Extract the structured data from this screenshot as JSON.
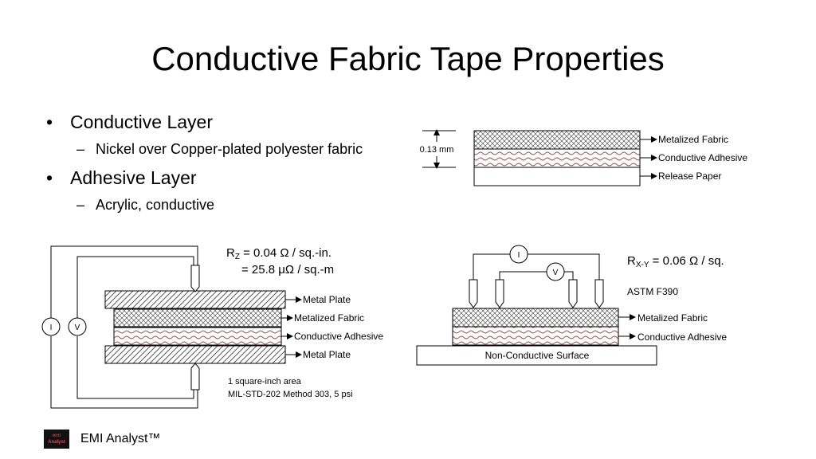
{
  "title": "Conductive Fabric Tape Properties",
  "bullets": [
    {
      "text": "Conductive Layer",
      "sub": "Nickel over Copper-plated polyester fabric"
    },
    {
      "text": "Adhesive Layer",
      "sub": "Acrylic, conductive"
    }
  ],
  "top_diagram": {
    "thickness": "0.13 mm",
    "layers": [
      "Metalized Fabric",
      "Conductive Adhesive",
      "Release Paper"
    ]
  },
  "z_diagram": {
    "formula_line1_sub": "Z",
    "formula_line1_rest": " = 0.04 Ω / sq.-in.",
    "formula_line2": "= 25.8 μΩ / sq.-m",
    "labels": [
      "Metal Plate",
      "Metalized Fabric",
      "Conductive Adhesive",
      "Metal Plate"
    ],
    "meter_i": "I",
    "meter_v": "V",
    "note1": "1 square-inch area",
    "note2": "MIL-STD-202 Method 303, 5 psi"
  },
  "xy_diagram": {
    "formula_sub": "X-Y",
    "formula_rest": " = 0.06 Ω / sq.",
    "standard": "ASTM F390",
    "labels": [
      "Metalized Fabric",
      "Conductive Adhesive"
    ],
    "surface": "Non-Conductive Surface",
    "meter_i": "I",
    "meter_v": "V"
  },
  "footer": {
    "brand": "EMI Analyst™",
    "logo_text1": "emi",
    "logo_text2": "Analyst"
  }
}
